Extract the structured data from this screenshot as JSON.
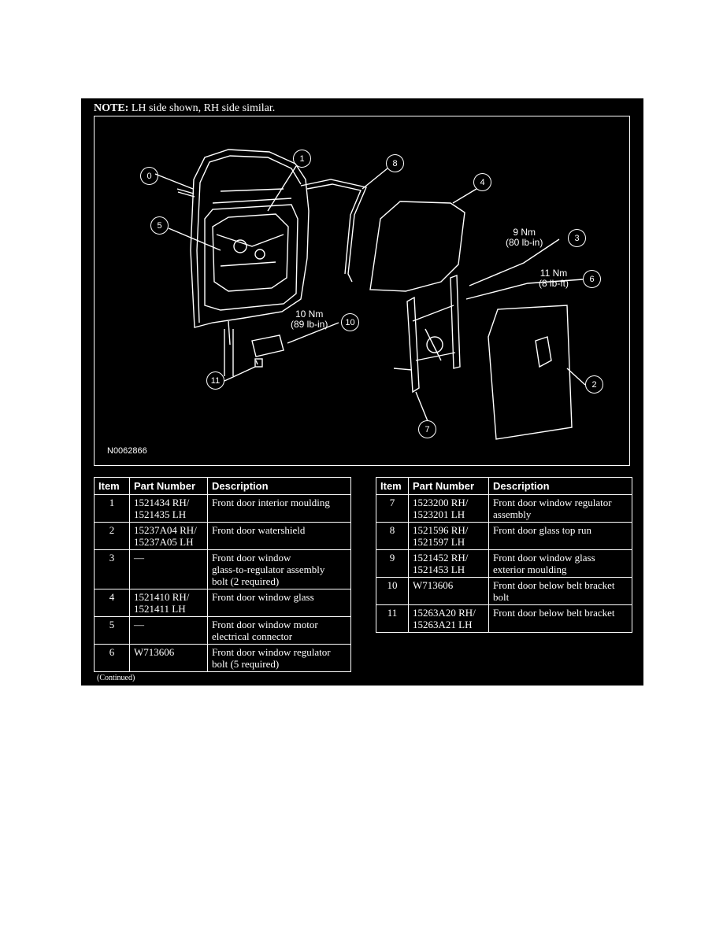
{
  "note": {
    "label": "NOTE:",
    "text": " LH side shown, RH side similar."
  },
  "figure": {
    "id": "N0062866",
    "callouts": [
      "0",
      "1",
      "8",
      "4",
      "5",
      "3",
      "6",
      "10",
      "11",
      "2",
      "7"
    ],
    "torque_3": {
      "line1": "9 Nm",
      "line2": "(80 lb-in)"
    },
    "torque_6": {
      "line1": "11 Nm",
      "line2": "(8 lb-ft)"
    },
    "torque_10": {
      "line1": "10 Nm",
      "line2": "(89 lb-in)"
    }
  },
  "table": {
    "headers": [
      "Item",
      "Part Number",
      "Description"
    ],
    "rows_left": [
      {
        "item": "1",
        "part": [
          "1521434 RH/",
          "1521435 LH"
        ],
        "desc": [
          "Front door interior moulding"
        ]
      },
      {
        "item": "2",
        "part": [
          "15237A04 RH/",
          "15237A05 LH"
        ],
        "desc": [
          "Front door watershield"
        ]
      },
      {
        "item": "3",
        "part": [
          "—"
        ],
        "desc": [
          "Front door window",
          "glass-to-regulator assembly",
          "bolt (2 required)"
        ]
      },
      {
        "item": "4",
        "part": [
          "1521410 RH/",
          "1521411 LH"
        ],
        "desc": [
          "Front door window glass"
        ]
      },
      {
        "item": "5",
        "part": [
          "—"
        ],
        "desc": [
          "Front door window motor",
          "electrical connector"
        ]
      },
      {
        "item": "6",
        "part": [
          "W713606"
        ],
        "desc": [
          "Front door window regulator",
          "bolt (5 required)"
        ]
      }
    ],
    "rows_right": [
      {
        "item": "7",
        "part": [
          "1523200 RH/",
          "1523201 LH"
        ],
        "desc": [
          "Front door window regulator",
          "assembly"
        ]
      },
      {
        "item": "8",
        "part": [
          "1521596 RH/",
          "1521597 LH"
        ],
        "desc": [
          "Front door glass top run"
        ]
      },
      {
        "item": "9",
        "part": [
          "1521452 RH/",
          "1521453 LH"
        ],
        "desc": [
          "Front door window glass",
          "exterior moulding"
        ]
      },
      {
        "item": "10",
        "part": [
          "W713606"
        ],
        "desc": [
          "Front door below belt bracket",
          "bolt"
        ]
      },
      {
        "item": "11",
        "part": [
          "15263A20 RH/",
          "15263A21 LH"
        ],
        "desc": [
          "Front door below belt bracket"
        ]
      }
    ]
  },
  "continued": "(Continued)"
}
